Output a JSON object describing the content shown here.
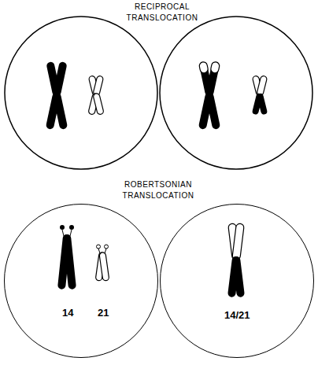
{
  "diagram": {
    "nodes": [
      {
        "text": [
          "14",
          "21"
        ]
      },
      {
        "text": [
          "14/21"
        ]
      }
    ],
    "labels": [
      "RECIPROCAL TRANSLOCATION",
      "ROBERTSONIAN TRANSLOCATION"
    ]
  }
}
